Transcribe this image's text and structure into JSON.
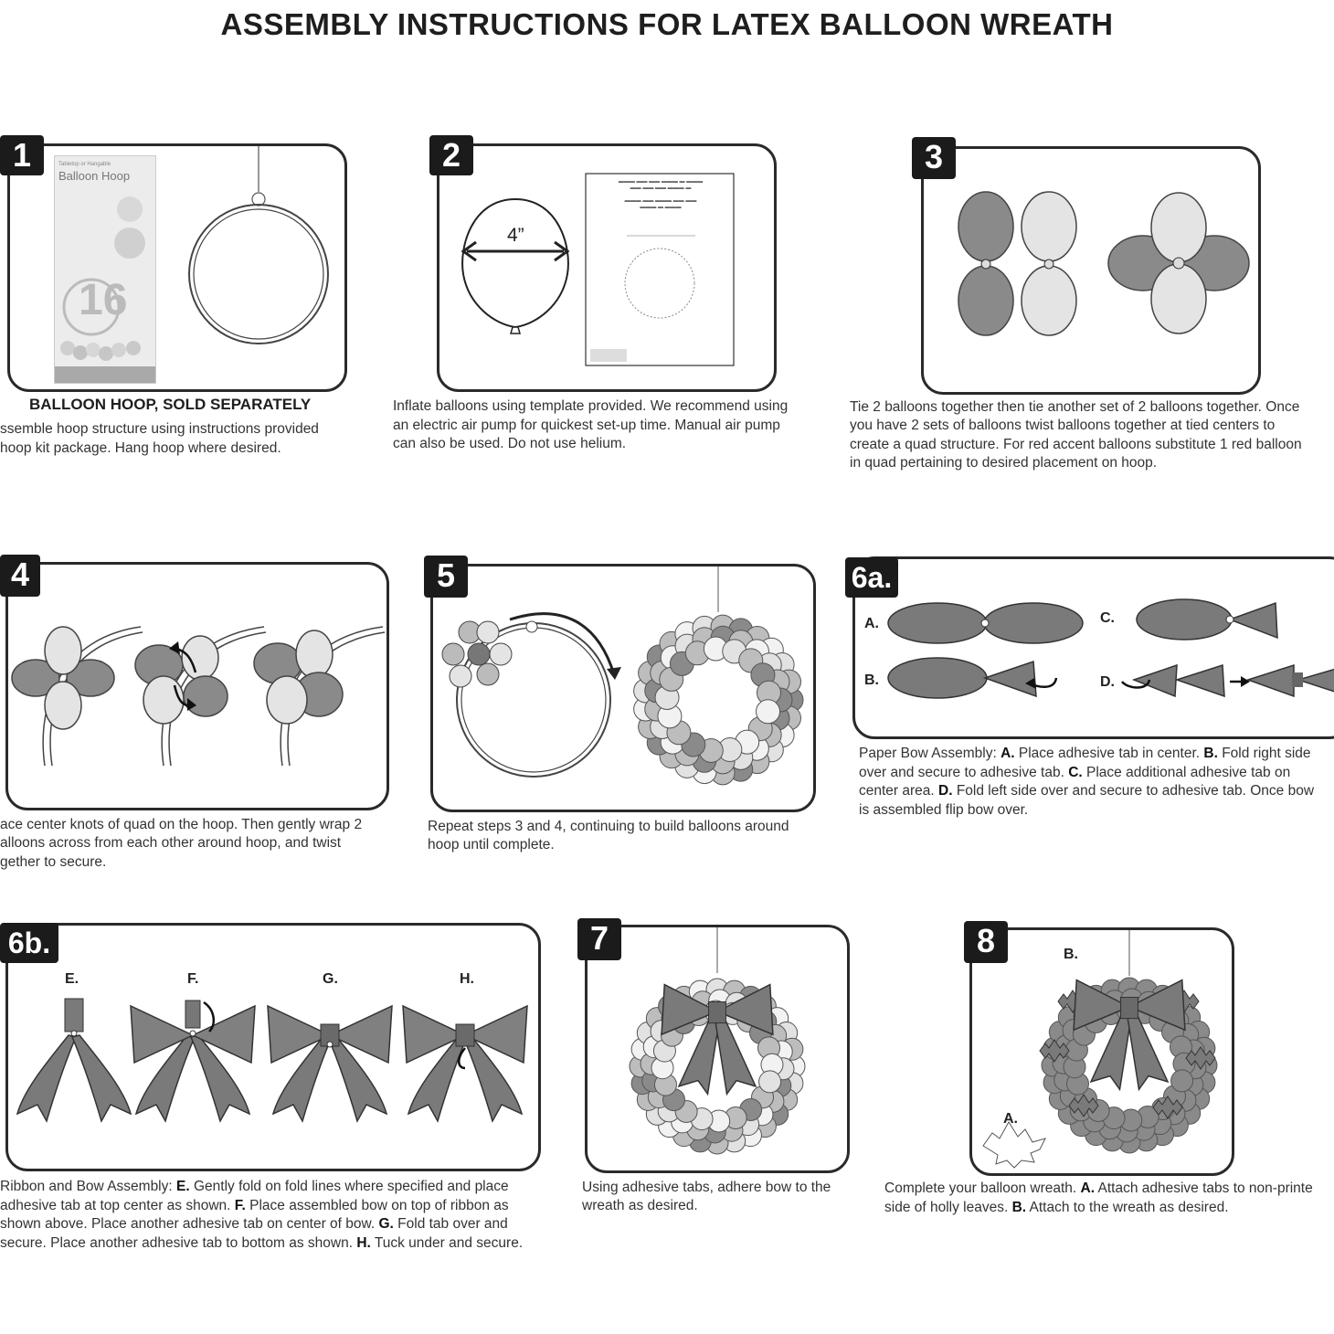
{
  "title": "ASSEMBLY INSTRUCTIONS FOR LATEX BALLOON WREATH",
  "steps": {
    "s1": {
      "number": "1",
      "heading": "BALLOON HOOP, SOLD SEPARATELY",
      "caption": [
        "ssemble hoop structure using instructions provided",
        "hoop kit package. Hang hoop where desired."
      ],
      "box_small": "Tabletop or Hangable",
      "box_title": "Balloon Hoop",
      "box_number": "16"
    },
    "s2": {
      "number": "2",
      "measure": "4”",
      "caption": [
        "Inflate balloons using template provided. We recommend using",
        "an electric air pump for quickest set-up time. Manual air pump",
        "can also be used. Do not use helium."
      ]
    },
    "s3": {
      "number": "3",
      "caption": [
        "Tie 2 balloons together then tie another set of 2 balloons together. Once",
        "you have 2 sets of balloons twist balloons together at tied centers to",
        "create a quad structure. For red accent balloons substitute 1 red balloon",
        "in quad pertaining to desired placement on hoop."
      ]
    },
    "s4": {
      "number": "4",
      "caption": [
        "ace center knots of quad on the hoop. Then gently wrap 2",
        "alloons across from each other around hoop, and twist",
        "gether to secure."
      ]
    },
    "s5": {
      "number": "5",
      "caption": [
        "Repeat steps 3 and 4, continuing to build balloons around",
        "hoop until complete."
      ]
    },
    "s6a": {
      "number": "6a.",
      "letters": [
        "A.",
        "B.",
        "C.",
        "D."
      ],
      "caption": [
        [
          {
            "t": "Paper Bow Assembly: "
          },
          {
            "b": "A."
          },
          {
            "t": " Place adhesive tab in center. "
          },
          {
            "b": "B."
          },
          {
            "t": " Fold right side"
          }
        ],
        [
          {
            "t": "over and secure to adhesive tab. "
          },
          {
            "b": "C."
          },
          {
            "t": " Place additional adhesive tab on"
          }
        ],
        [
          {
            "t": "center area. "
          },
          {
            "b": "D."
          },
          {
            "t": " Fold left side over and secure to adhesive tab. Once bow"
          }
        ],
        [
          {
            "t": "is assembled flip bow over."
          }
        ]
      ]
    },
    "s6b": {
      "number": "6b.",
      "letters": [
        "E.",
        "F.",
        "G.",
        "H."
      ],
      "caption": [
        [
          {
            "t": "Ribbon and Bow Assembly: "
          },
          {
            "b": "E."
          },
          {
            "t": " Gently fold on fold lines where specified and place"
          }
        ],
        [
          {
            "t": "adhesive tab at top center as shown. "
          },
          {
            "b": "F."
          },
          {
            "t": " Place assembled bow on top of ribbon as"
          }
        ],
        [
          {
            "t": "shown above. Place another adhesive tab on center of bow. "
          },
          {
            "b": "G."
          },
          {
            "t": " Fold tab over and"
          }
        ],
        [
          {
            "t": "secure. Place another adhesive tab to bottom as shown. "
          },
          {
            "b": "H."
          },
          {
            "t": " Tuck under and secure."
          }
        ]
      ]
    },
    "s7": {
      "number": "7",
      "caption": [
        "Using adhesive tabs, adhere bow to the",
        "wreath as desired."
      ]
    },
    "s8": {
      "number": "8",
      "letters": [
        "A.",
        "B."
      ],
      "caption": [
        [
          {
            "t": "Complete your balloon wreath. "
          },
          {
            "b": "A."
          },
          {
            "t": " Attach adhesive tabs to non-printe"
          }
        ],
        [
          {
            "t": "side of holly leaves. "
          },
          {
            "b": "B."
          },
          {
            "t": " Attach to the wreath as desired."
          }
        ]
      ]
    }
  },
  "colors": {
    "dark": "#1b1b1b",
    "gray": "#8a8a8a",
    "light": "#e2e2e2",
    "mid": "#bdbdbd"
  }
}
